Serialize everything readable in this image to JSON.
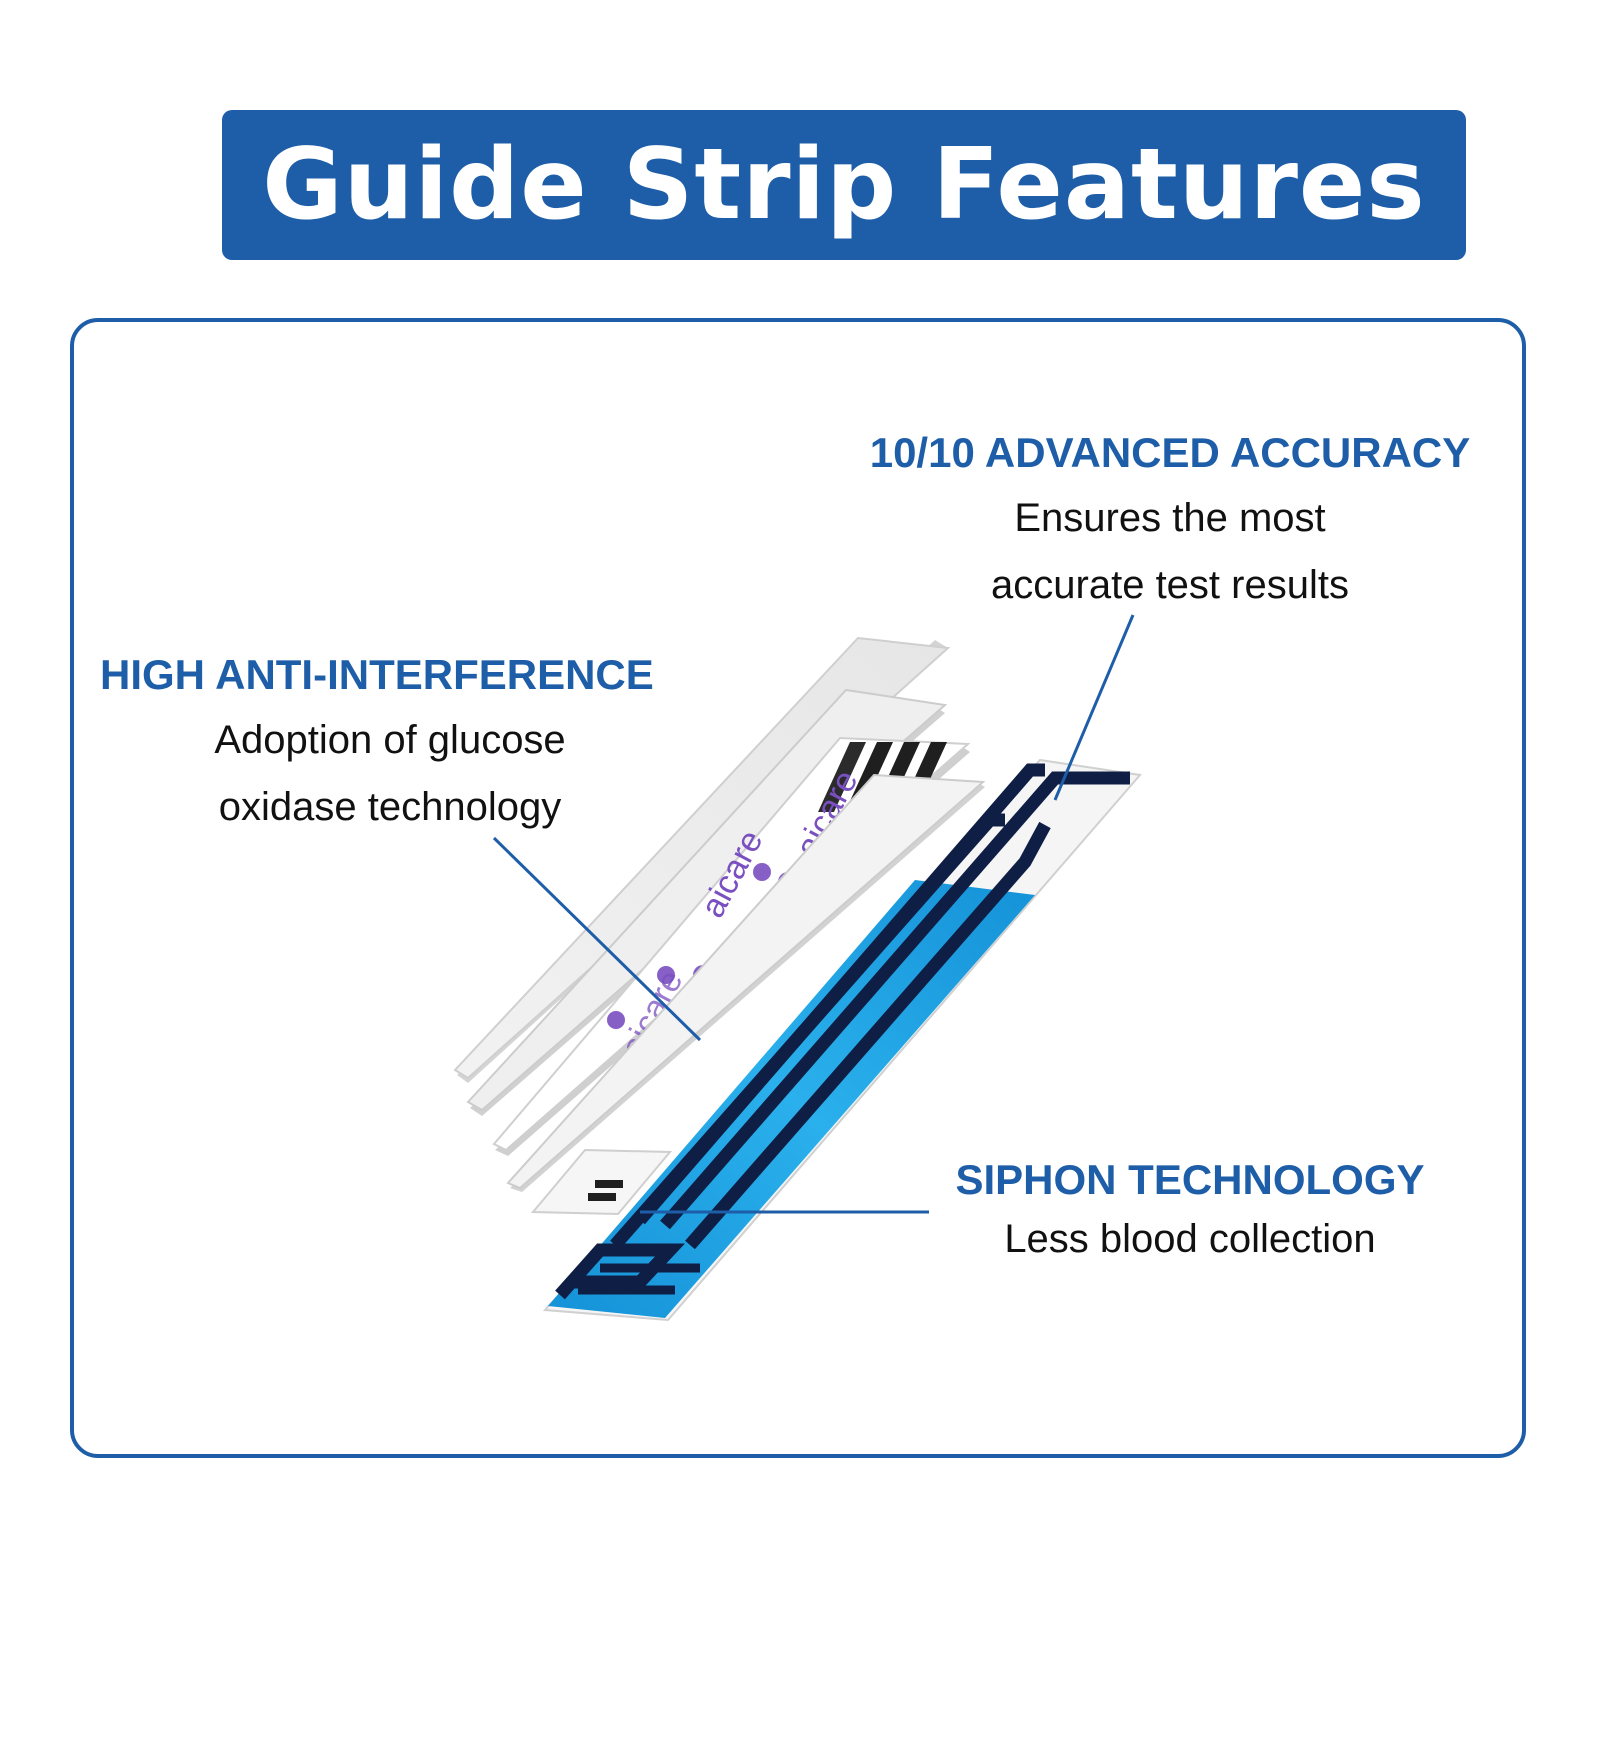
{
  "title": "Guide Strip Features",
  "colors": {
    "brand_blue": "#1e5ea8",
    "strip_cyan": "#1aa0e0",
    "strip_dark": "#0f1e45",
    "logo_purple": "#7a4fc0"
  },
  "strip_logo_text": "aicare",
  "features": {
    "accuracy": {
      "heading": "10/10 ADVANCED ACCURACY",
      "line1": "Ensures the most",
      "line2": "accurate test results"
    },
    "interference": {
      "heading": "HIGH ANTI-INTERFERENCE",
      "line1": "Adoption of glucose",
      "line2": "oxidase technology"
    },
    "siphon": {
      "heading": "SIPHON TECHNOLOGY",
      "line1": "Less blood collection"
    }
  }
}
